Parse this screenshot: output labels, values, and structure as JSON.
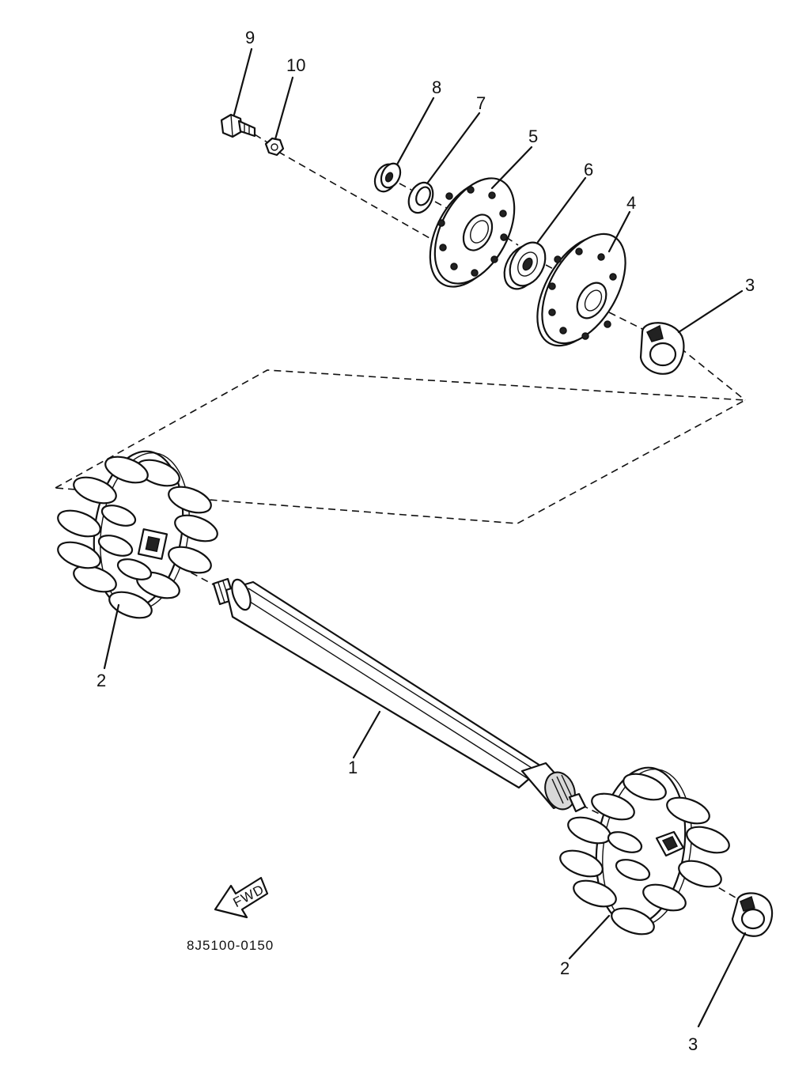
{
  "diagram": {
    "callouts": {
      "p1": "1",
      "p2_left": "2",
      "p2_right": "2",
      "p3_top": "3",
      "p3_bottom": "3",
      "p4": "4",
      "p5": "5",
      "p6": "6",
      "p7": "7",
      "p8": "8",
      "p9": "9",
      "p10": "10"
    },
    "fwd_label": "FWD",
    "figure_code": "8J5100-0150"
  }
}
